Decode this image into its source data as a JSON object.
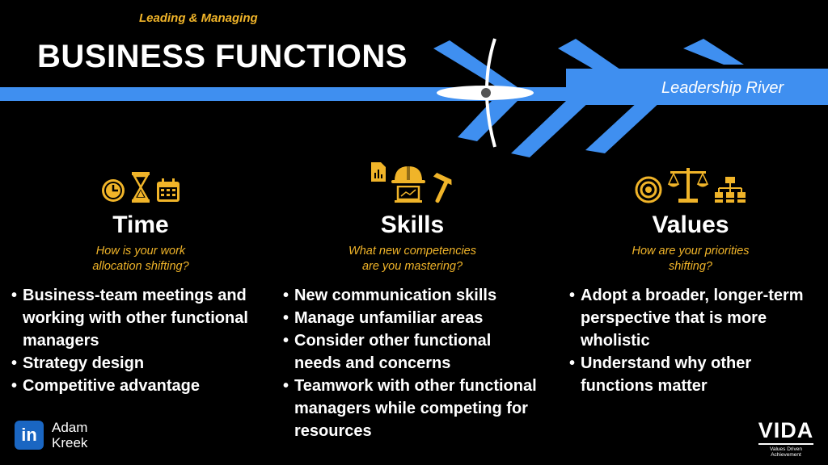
{
  "header": {
    "eyebrow": "Leading & Managing",
    "title": "BUSINESS FUNCTIONS",
    "river_label": "Leadership River"
  },
  "colors": {
    "accent": "#f0b429",
    "river": "#3f8ff0",
    "background": "#000000"
  },
  "columns": [
    {
      "title": "Time",
      "subtitle": "How is your work\nallocation shifting?",
      "icons": [
        "clock-icon",
        "hourglass-icon",
        "calendar-icon"
      ],
      "bullets": [
        "Business-team meetings and working with other functional managers",
        "Strategy design",
        "Competitive advantage"
      ]
    },
    {
      "title": "Skills",
      "subtitle": "What new competencies\nare you mastering?",
      "icons": [
        "document-chart-icon",
        "hard-hat-icon",
        "laptop-icon",
        "hammer-icon"
      ],
      "bullets": [
        "New communication skills",
        "Manage unfamiliar areas",
        "Consider other functional needs and concerns",
        "Teamwork with other functional managers while competing for resources"
      ]
    },
    {
      "title": "Values",
      "subtitle": "How are your priorities\nshifting?",
      "icons": [
        "target-icon",
        "scales-icon",
        "org-chart-icon"
      ],
      "bullets": [
        "Adopt a broader, longer-term perspective that is more wholistic",
        "Understand why other functions matter"
      ]
    }
  ],
  "footer": {
    "linkedin_badge": "in",
    "author": "Adam\nKreek",
    "logo": "VIDA",
    "tagline": "Values Driven Achievement"
  }
}
